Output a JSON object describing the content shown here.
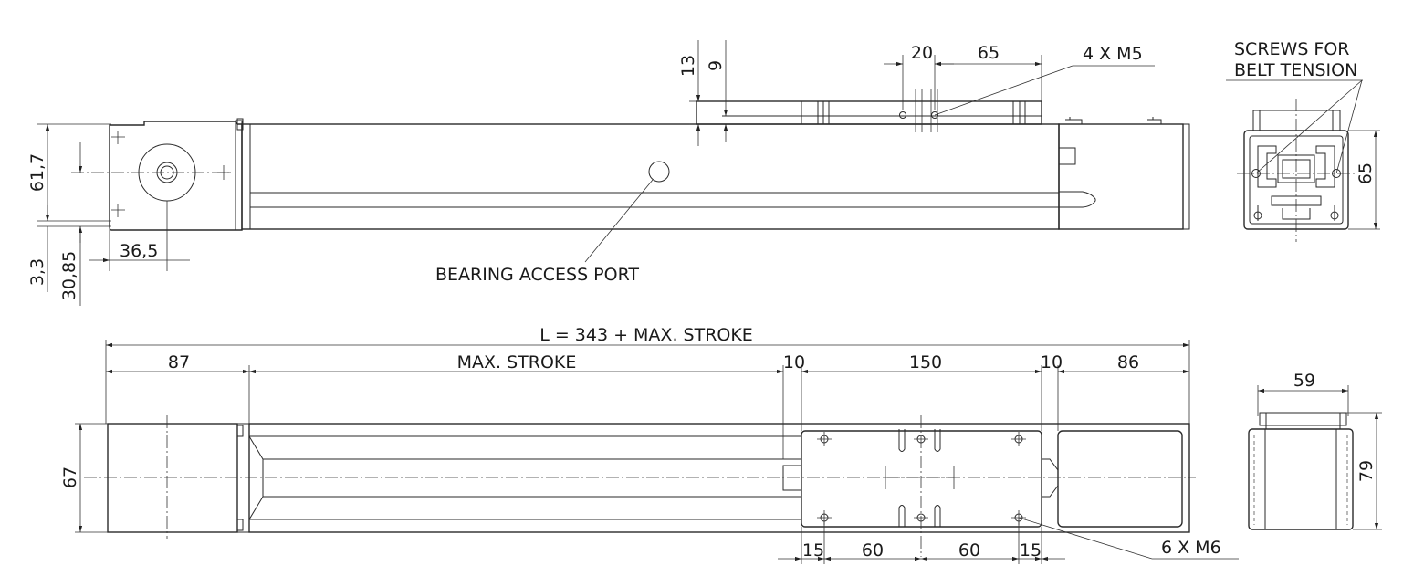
{
  "side_view": {
    "dim_13": "13",
    "dim_9": "9",
    "dim_20": "20",
    "dim_65_top": "65",
    "dim_61_7": "61,7",
    "dim_3_3": "3,3",
    "dim_30_85": "30,85",
    "dim_36_5": "36,5",
    "label_4xm5": "4 X M5",
    "label_bearing": "BEARING ACCESS PORT"
  },
  "end_view_top": {
    "label_screws_line1": "SCREWS FOR",
    "label_screws_line2": "BELT TENSION",
    "dim_65": "65"
  },
  "top_view": {
    "dim_total": "L = 343 + MAX. STROKE",
    "dim_87": "87",
    "dim_max_stroke": "MAX. STROKE",
    "dim_10_left": "10",
    "dim_150": "150",
    "dim_10_right": "10",
    "dim_86": "86",
    "dim_67": "67",
    "dim_15_left": "15",
    "dim_60_left": "60",
    "dim_60_right": "60",
    "dim_15_right": "15",
    "label_6xm6": "6 X M6"
  },
  "end_view_bottom": {
    "dim_59": "59",
    "dim_79": "79"
  }
}
